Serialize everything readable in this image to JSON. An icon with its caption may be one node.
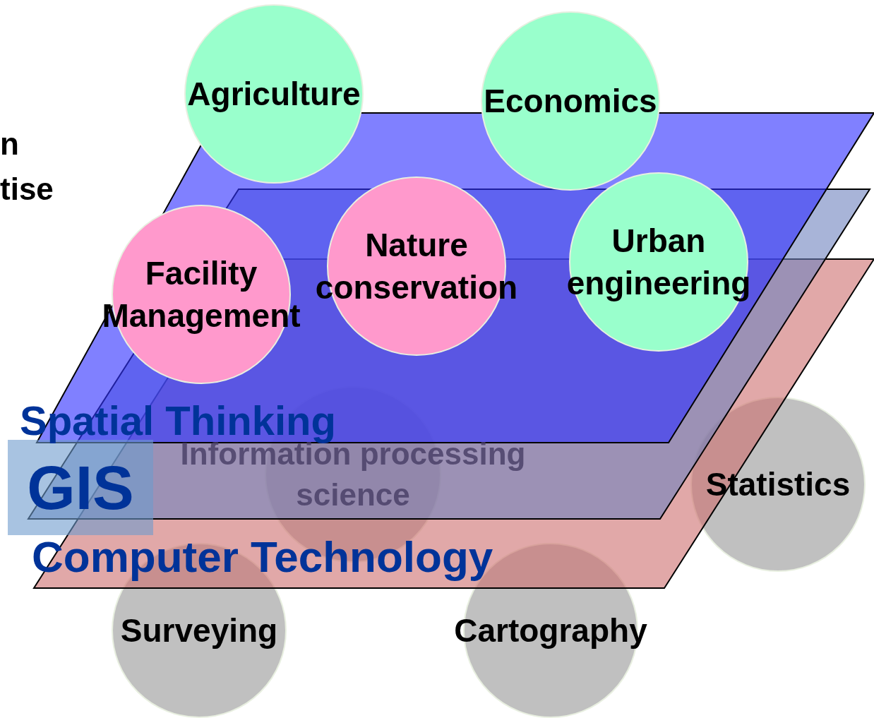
{
  "diagram": {
    "nodes": [
      {
        "text": [
          "Agriculture"
        ]
      },
      {
        "text": [
          "Economics"
        ]
      },
      {
        "text": [
          "Facility Management"
        ]
      },
      {
        "text": [
          "Nature conservation"
        ]
      },
      {
        "text": [
          "Urban engineering"
        ]
      },
      {
        "text": [
          "GIS"
        ]
      },
      {
        "text": [
          "Information processing science"
        ]
      },
      {
        "text": [
          "Statistics"
        ]
      },
      {
        "text": [
          "Surveying"
        ]
      },
      {
        "text": [
          "Cartography"
        ]
      }
    ],
    "edges": [],
    "labels": [
      "n",
      "tise",
      "Spatial Thinking",
      "Computer Technology"
    ]
  }
}
